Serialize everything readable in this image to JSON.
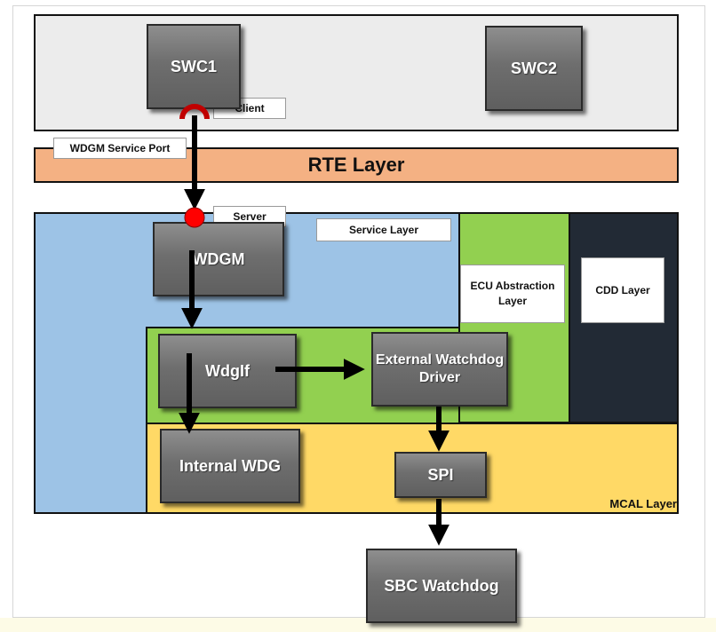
{
  "layers": {
    "rte": "RTE Layer",
    "service": "Service Layer",
    "ecu_abstraction": "ECU Abstraction Layer",
    "cdd": "CDD Layer",
    "mcal": "MCAL Layer"
  },
  "components": {
    "swc1": "SWC1",
    "swc2": "SWC2",
    "wdgm": "WDGM",
    "wdgif": "WdgIf",
    "external_wdg": "External Watchdog Driver",
    "internal_wdg": "Internal WDG",
    "spi": "SPI",
    "sbc_watchdog": "SBC Watchdog"
  },
  "ports": {
    "client": "Client",
    "server": "Server",
    "service_port": "WDGM Service Port"
  },
  "colors": {
    "app_layer": "#ececec",
    "rte_layer": "#f4b183",
    "service_layer": "#9dc3e6",
    "ecu_abstraction_layer": "#92d050",
    "cdd_layer": "#222a35",
    "mcal_layer": "#ffd966",
    "component_fill": "#6e6e6e",
    "client_port": "#c00000",
    "server_port": "#ff0000"
  }
}
